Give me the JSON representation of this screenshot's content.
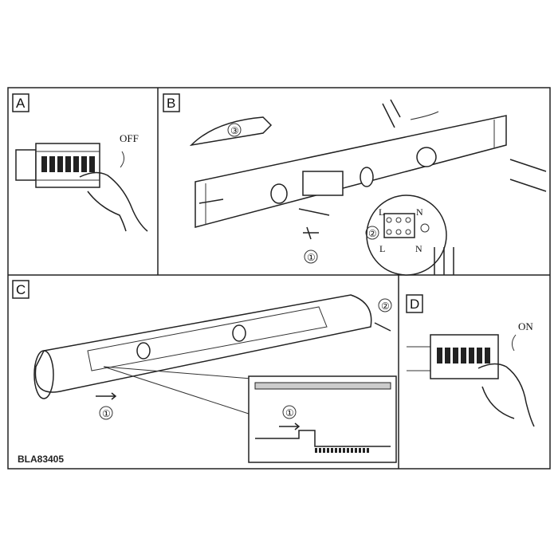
{
  "panels": {
    "a": {
      "label": "A",
      "switch_text": "OFF"
    },
    "b": {
      "label": "B",
      "step_bulb": "③",
      "step_wiring": "②",
      "step_screws": "①",
      "terminal_l": "L",
      "terminal_n": "N",
      "wire_l": "L",
      "wire_n": "N"
    },
    "c": {
      "label": "C",
      "step_slide": "①",
      "step_push": "②",
      "detail_step": "①",
      "model_code": "BLA83405"
    },
    "d": {
      "label": "D",
      "switch_text": "ON"
    }
  }
}
